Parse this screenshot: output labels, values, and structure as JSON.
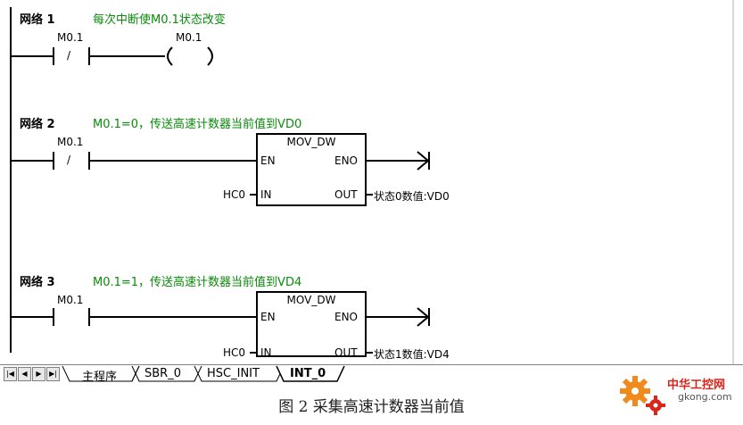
{
  "networks": [
    {
      "label": "网络 1",
      "comment": "每次中断使M0.1状态改变",
      "contact_addr": "M0.1",
      "contact_symbol": "/",
      "coil_addr": "M0.1"
    },
    {
      "label": "网络 2",
      "comment": "M0.1=0，传送高速计数器当前值到VD0",
      "contact_addr": "M0.1",
      "contact_symbol": "/",
      "box_title": "MOV_DW",
      "box_en": "EN",
      "box_eno": "ENO",
      "box_in": "IN",
      "box_out": "OUT",
      "in_operand": "HC0",
      "out_operand": "状态0数值:VD0"
    },
    {
      "label": "网络 3",
      "comment": "M0.1=1，传送高速计数器当前值到VD4",
      "contact_addr": "M0.1",
      "box_title": "MOV_DW",
      "box_en": "EN",
      "box_eno": "ENO",
      "box_in": "IN",
      "box_out": "OUT",
      "in_operand": "HC0",
      "out_operand": "状态1数值:VD4"
    }
  ],
  "tabs": {
    "nav_first": "|◀",
    "nav_prev": "◀",
    "nav_next": "▶",
    "nav_last": "▶|",
    "items": [
      "主程序",
      "SBR_0",
      "HSC_INIT",
      "INT_0"
    ],
    "active": "INT_0"
  },
  "caption": "图 2 采集高速计数器当前值",
  "watermark": {
    "name": "中华工控网",
    "url": "gkong.com"
  },
  "colors": {
    "comment": "#0a8a0a",
    "ladder": "#000000",
    "logo_orange": "#f08a1c",
    "logo_red": "#d9261c"
  }
}
